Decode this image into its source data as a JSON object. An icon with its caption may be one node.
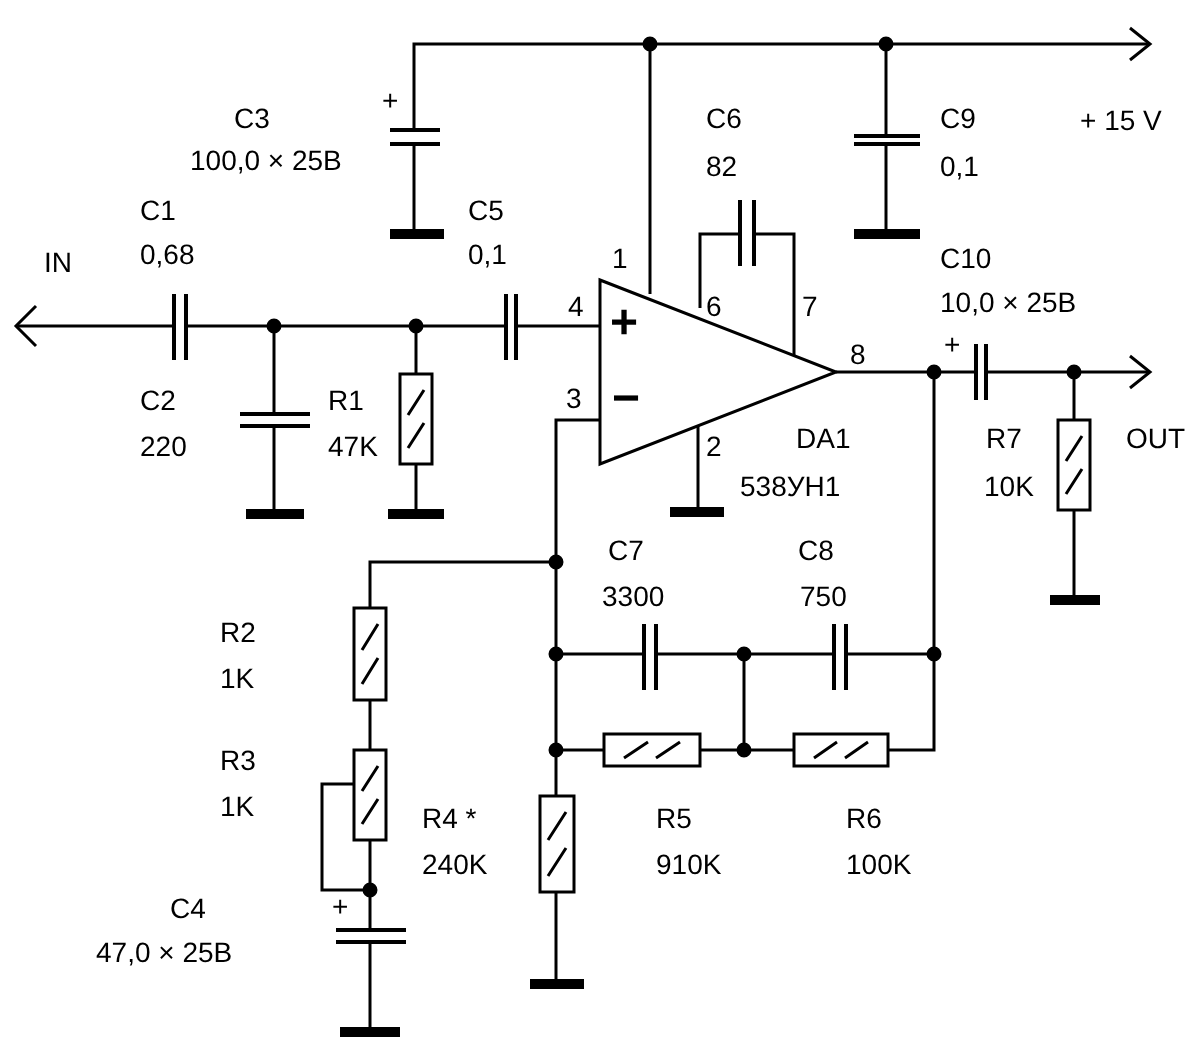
{
  "diagram": {
    "labels": [
      "+",
      "C3",
      "C6",
      "C9",
      "+ 15 V",
      "100,0 × 25В",
      "82",
      "0,1",
      "C1",
      "C5",
      "IN",
      "0,68",
      "0,1",
      "1",
      "C10",
      "4",
      "6",
      "7",
      "10,0 × 25В",
      "+",
      "8",
      "+",
      "C2",
      "R1",
      "DA1",
      "R7",
      "OUT",
      "3",
      "−",
      "220",
      "47K",
      "2",
      "538УН1",
      "10K",
      "C7",
      "C8",
      "3300",
      "750",
      "R2",
      "1K",
      "R3",
      "1K",
      "R4 *",
      "R5",
      "R6",
      "240K",
      "910K",
      "100K",
      "C4",
      "+",
      "47,0 × 25В"
    ]
  }
}
